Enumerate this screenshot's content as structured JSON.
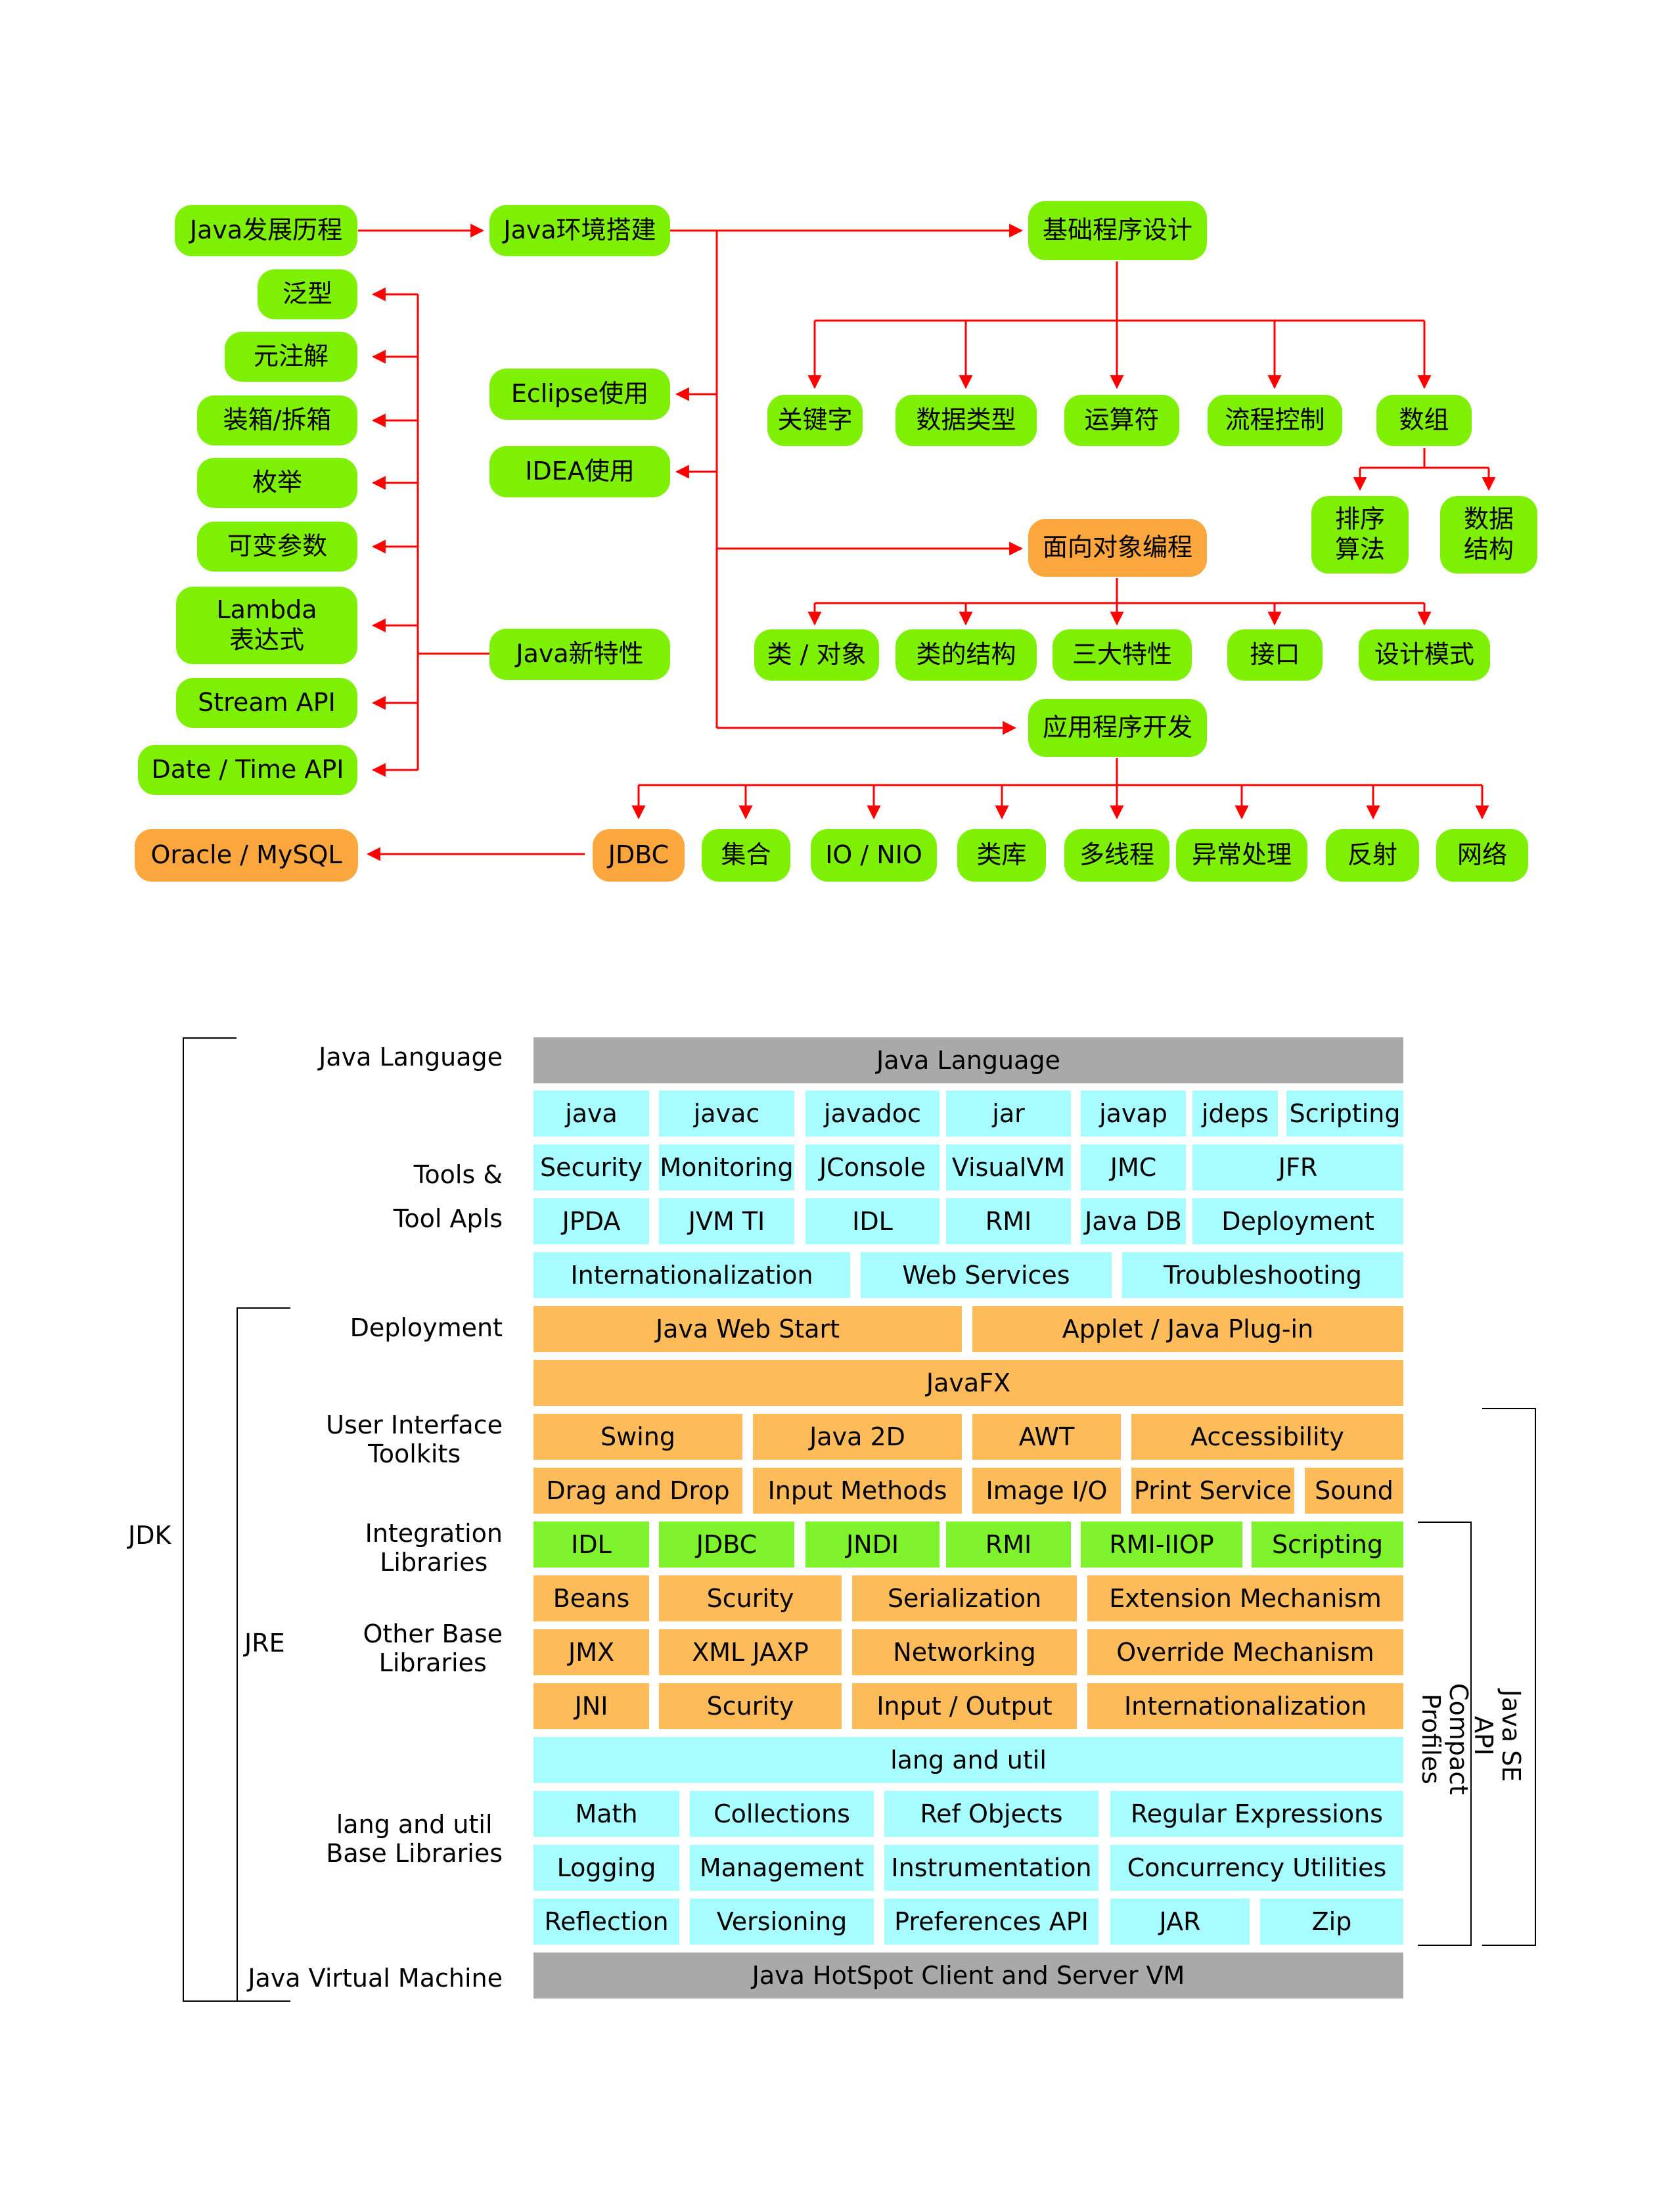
{
  "roadmap": {
    "history": "Java发展历程",
    "env": "Java环境搭建",
    "basic": "基础程序设计",
    "eclipse": "Eclipse使用",
    "idea": "IDEA使用",
    "new_features": "Java新特性",
    "features": {
      "generics": "泛型",
      "annotations": "元注解",
      "boxing": "装箱/拆箱",
      "enum": "枚举",
      "varargs": "可变参数",
      "lambda_1": "Lambda",
      "lambda_2": "表达式",
      "stream": "Stream API",
      "datetime": "Date / Time API"
    },
    "basic_children": {
      "keywords": "关键字",
      "datatypes": "数据类型",
      "operators": "运算符",
      "flow": "流程控制",
      "array": "数组"
    },
    "array_children": {
      "sort_1": "排序",
      "sort_2": "算法",
      "ds_1": "数据",
      "ds_2": "结构"
    },
    "oop": "面向对象编程",
    "oop_children": {
      "class_object": "类 / 对象",
      "class_structure": "类的结构",
      "three_features": "三大特性",
      "interface": "接口",
      "patterns": "设计模式"
    },
    "app_dev": "应用程序开发",
    "app_children": {
      "jdbc": "JDBC",
      "collections": "集合",
      "io": "IO / NIO",
      "class_lib": "类库",
      "threads": "多线程",
      "exceptions": "异常处理",
      "reflection": "反射",
      "network": "网络"
    },
    "database": "Oracle / MySQL"
  },
  "architecture": {
    "side_labels": {
      "java_language": "Java Language",
      "tools_1": "Tools &",
      "tools_2": "Tool Apls",
      "deployment": "Deployment",
      "ui_1": "User Interface",
      "ui_2": "Toolkits",
      "integration_1": "Integration",
      "integration_2": "Libraries",
      "other_1": "Other Base",
      "other_2": "Libraries",
      "lang_1": "lang and util",
      "lang_2": "Base Libraries",
      "jvm": "Java Virtual Machine",
      "jdk": "JDK",
      "jre": "JRE",
      "compact_1": "Compact",
      "compact_2": "Profiles",
      "se_api_1": "Java SE",
      "se_api_2": "API"
    },
    "language_bar": "Java Language",
    "tools_row1": [
      "java",
      "javac",
      "javadoc",
      "jar",
      "javap",
      "jdeps",
      "Scripting"
    ],
    "tools_row2": [
      "Security",
      "Monitoring",
      "JConsole",
      "VisualVM",
      "JMC",
      "JFR"
    ],
    "tools_row3": [
      "JPDA",
      "JVM TI",
      "IDL",
      "RMI",
      "Java DB",
      "Deployment"
    ],
    "tools_row4": [
      "Internationalization",
      "Web Services",
      "Troubleshooting"
    ],
    "deploy_row": [
      "Java Web Start",
      "Applet / Java Plug-in"
    ],
    "javafx": "JavaFX",
    "ui_row1": [
      "Swing",
      "Java 2D",
      "AWT",
      "Accessibility"
    ],
    "ui_row2": [
      "Drag and Drop",
      "Input Methods",
      "Image I/O",
      "Print Service",
      "Sound"
    ],
    "integration_row": [
      "IDL",
      "JDBC",
      "JNDI",
      "RMI",
      "RMI-IIOP",
      "Scripting"
    ],
    "other_row1": [
      "Beans",
      "Scurity",
      "Serialization",
      "Extension Mechanism"
    ],
    "other_row2": [
      "JMX",
      "XML JAXP",
      "Networking",
      "Override Mechanism"
    ],
    "other_row3": [
      "JNI",
      "Scurity",
      "Input / Output",
      "Internationalization"
    ],
    "lang_bar": "lang and util",
    "lang_row1": [
      "Math",
      "Collections",
      "Ref Objects",
      "Regular Expressions"
    ],
    "lang_row2": [
      "Logging",
      "Management",
      "Instrumentation",
      "Concurrency Utilities"
    ],
    "lang_row3": [
      "Reflection",
      "Versioning",
      "Preferences API",
      "JAR",
      "Zip"
    ],
    "vm_bar": "Java HotSpot Client and Server VM"
  },
  "colors": {
    "node_green": "#7ef004",
    "node_orange": "#fca73d",
    "arrow_red": "#ff0000",
    "bar_gray": "#a9a9a9",
    "cell_cyan": "#a6fcfe",
    "cell_orange": "#fdbb5a",
    "cell_green": "#7ef22d"
  }
}
